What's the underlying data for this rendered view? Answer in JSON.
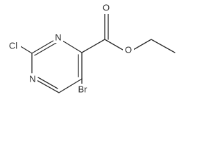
{
  "molecule": {
    "atoms": {
      "cl": "Cl",
      "n_top": "N",
      "n_bottom": "N",
      "o_carbonyl": "O",
      "o_ester": "O",
      "br": "Br"
    }
  }
}
